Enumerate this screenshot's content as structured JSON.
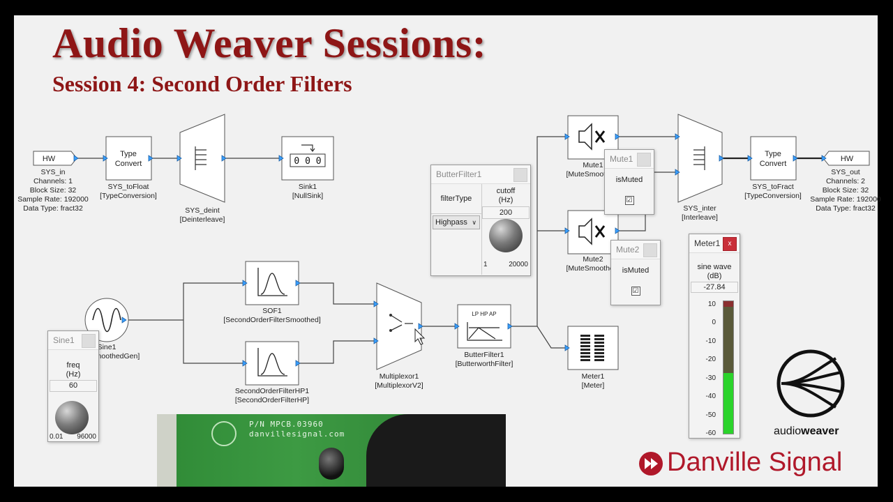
{
  "header": {
    "title": "Audio Weaver Sessions:",
    "subtitle": "Session 4: Second Order Filters"
  },
  "blocks": {
    "hw_in": {
      "label": "HW",
      "name": "SYS_in",
      "lines": [
        "Channels: 1",
        "Block Size: 32",
        "Sample Rate: 192000",
        "Data Type: fract32"
      ]
    },
    "to_float": {
      "text1": "Type",
      "text2": "Convert",
      "name": "SYS_toFloat",
      "type": "[TypeConversion]"
    },
    "deint": {
      "name": "SYS_deint",
      "type": "[Deinterleave]"
    },
    "sink": {
      "digits": "0 0 0",
      "name": "Sink1",
      "type": "[NullSink]"
    },
    "mute1": {
      "name": "Mute1",
      "type": "[MuteSmoothed]"
    },
    "mute2": {
      "name": "Mute2",
      "type": "[MuteSmoothed]"
    },
    "inter": {
      "name": "SYS_inter",
      "type": "[Interleave]"
    },
    "to_fract": {
      "text1": "Type",
      "text2": "Convert",
      "name": "SYS_toFract",
      "type": "[TypeConversion]"
    },
    "hw_out": {
      "label": "HW",
      "name": "SYS_out",
      "lines": [
        "Channels: 2",
        "Block Size: 32",
        "Sample Rate: 192000",
        "Data Type: fract32"
      ]
    },
    "sine": {
      "name": "Sine1",
      "type": "[SineSmoothedGen]"
    },
    "sof1": {
      "name": "SOF1",
      "type": "[SecondOrderFilterSmoothed]"
    },
    "sofhp": {
      "name": "SecondOrderFilterHP1",
      "type": "[SecondOrderFilterHP]"
    },
    "mux": {
      "name": "Multiplexor1",
      "type": "[MultiplexorV2]"
    },
    "butter": {
      "text": "LP HP AP",
      "name": "ButterFilter1",
      "type": "[ButterworthFilter]"
    },
    "meter": {
      "name": "Meter1",
      "type": "[Meter]"
    }
  },
  "panels": {
    "butter": {
      "title": "ButterFilter1",
      "col1": "filterType",
      "col2a": "cutoff",
      "col2b": "(Hz)",
      "cutoff_value": "200",
      "select_value": "Highpass",
      "range_min": "1",
      "range_max": "20000"
    },
    "mute1": {
      "title": "Mute1",
      "label": "isMuted",
      "checked": "☑"
    },
    "mute2": {
      "title": "Mute2",
      "label": "isMuted",
      "checked": "☑"
    },
    "meter": {
      "title": "Meter1",
      "close": "x",
      "label1": "sine wave",
      "label2": "(dB)",
      "value": "-27.84",
      "level_db": -27.84,
      "scale": [
        "10",
        "0",
        "-10",
        "-20",
        "-30",
        "-40",
        "-50",
        "-60"
      ]
    },
    "sine": {
      "title": "Sine1",
      "label1": "freq",
      "label2": "(Hz)",
      "value": "60",
      "range_min": "0.01",
      "range_max": "96000"
    }
  },
  "pcb": {
    "line1": "P/N MPCB.03960",
    "line2": "danvillesignal.com"
  },
  "brand": {
    "aw_light": "audio",
    "aw_bold": "weaver",
    "danville": "Danville Signal"
  },
  "colors": {
    "title": "#8e1616",
    "pin": "#3aa0ff",
    "meter_green": "#2bd32b",
    "danville_red": "#b0182a"
  }
}
